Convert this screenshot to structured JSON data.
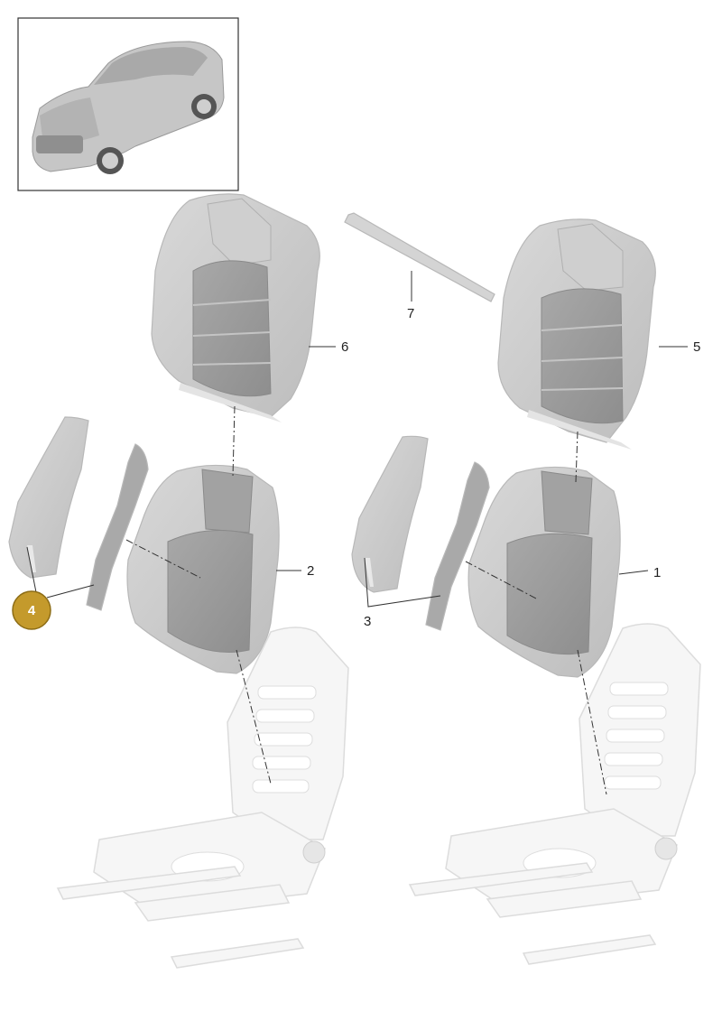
{
  "callouts": [
    {
      "id": "1",
      "text": "1"
    },
    {
      "id": "2",
      "text": "2"
    },
    {
      "id": "3",
      "text": "3"
    },
    {
      "id": "4",
      "text": "4",
      "highlighted": true
    },
    {
      "id": "5",
      "text": "5"
    },
    {
      "id": "6",
      "text": "6"
    },
    {
      "id": "7",
      "text": "7"
    }
  ],
  "colors": {
    "highlight_badge": "#c49a2c",
    "part_fill": "#c9c9c9",
    "part_dark": "#9f9f9f",
    "frame_fill": "#f2f2f2",
    "line": "#333333"
  },
  "icons": {
    "thumbnail": "car-suv-icon",
    "seat_frame": "seat-frame-icon"
  }
}
